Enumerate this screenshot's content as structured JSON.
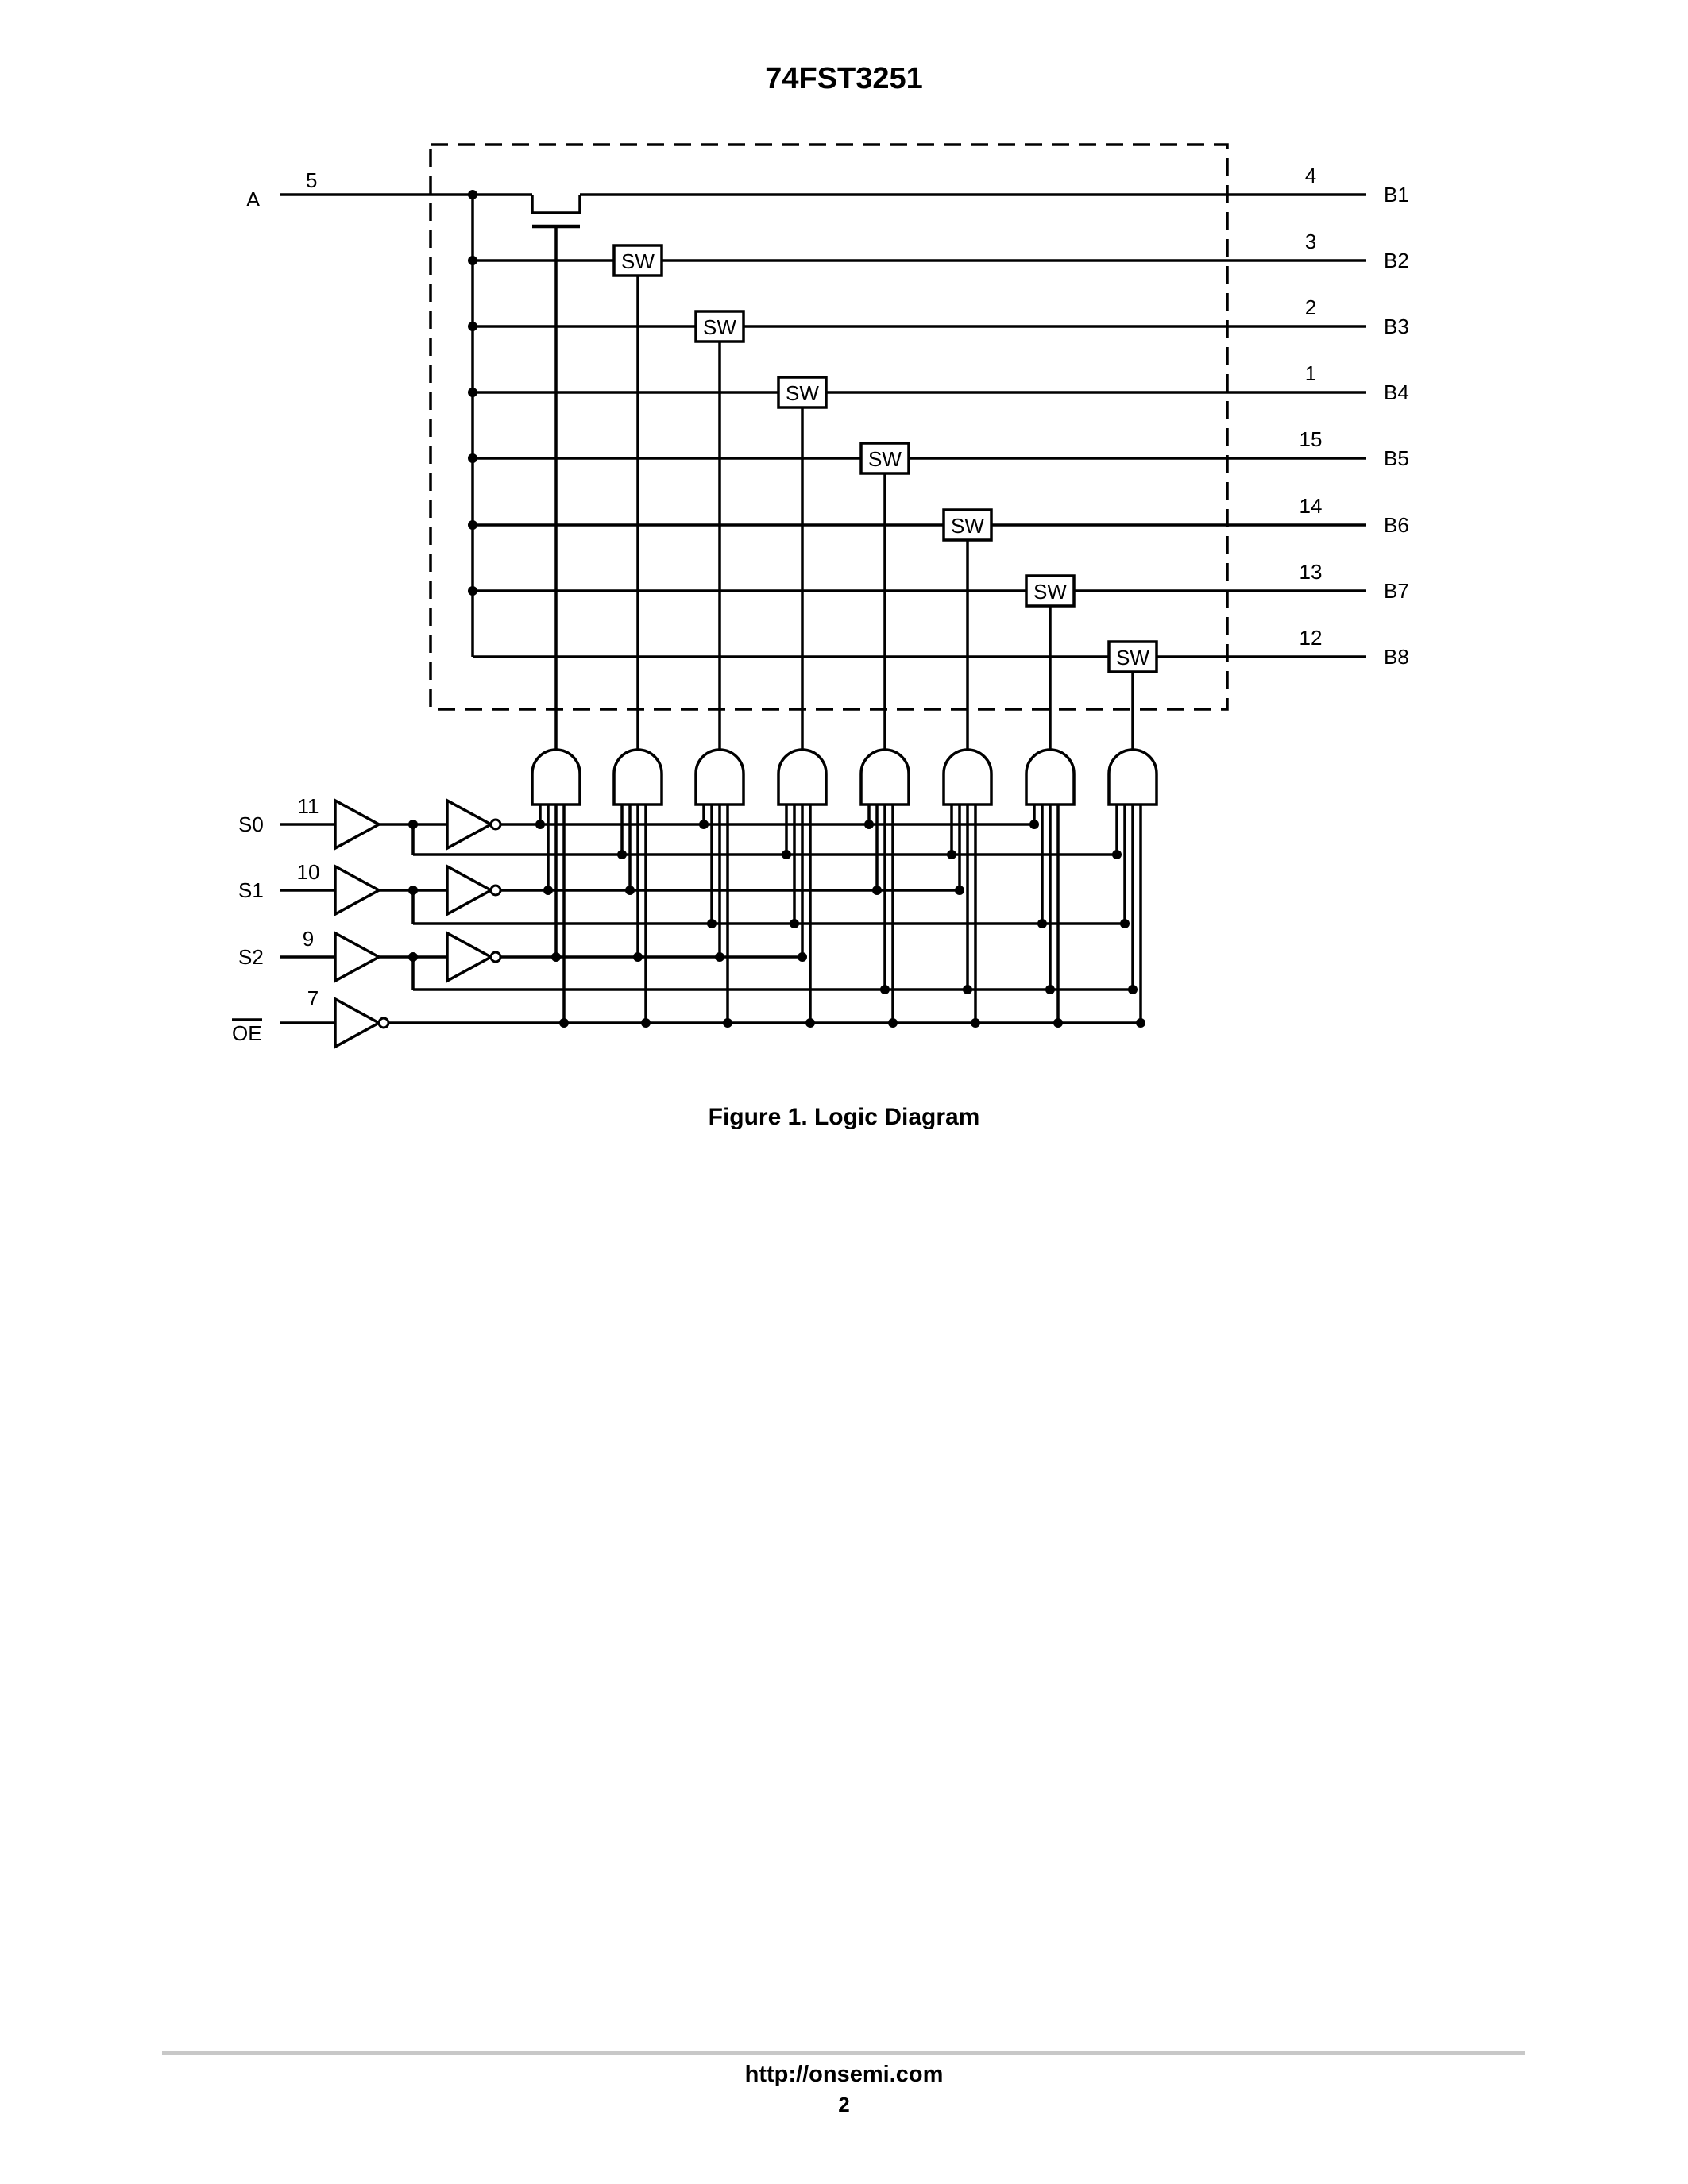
{
  "header": {
    "part_number": "74FST3251"
  },
  "diagram": {
    "input_a": {
      "label": "A",
      "pin": "5"
    },
    "switch_label": "SW",
    "outputs": [
      {
        "label": "B1",
        "pin": "4"
      },
      {
        "label": "B2",
        "pin": "3"
      },
      {
        "label": "B3",
        "pin": "2"
      },
      {
        "label": "B4",
        "pin": "1"
      },
      {
        "label": "B5",
        "pin": "15"
      },
      {
        "label": "B6",
        "pin": "14"
      },
      {
        "label": "B7",
        "pin": "13"
      },
      {
        "label": "B8",
        "pin": "12"
      }
    ],
    "selects": [
      {
        "label": "S0",
        "pin": "11"
      },
      {
        "label": "S1",
        "pin": "10"
      },
      {
        "label": "S2",
        "pin": "9"
      }
    ],
    "oe": {
      "label": "OE",
      "pin": "7"
    }
  },
  "figure": {
    "caption": "Figure 1. Logic Diagram"
  },
  "footer": {
    "url": "http://onsemi.com",
    "page_number": "2"
  }
}
